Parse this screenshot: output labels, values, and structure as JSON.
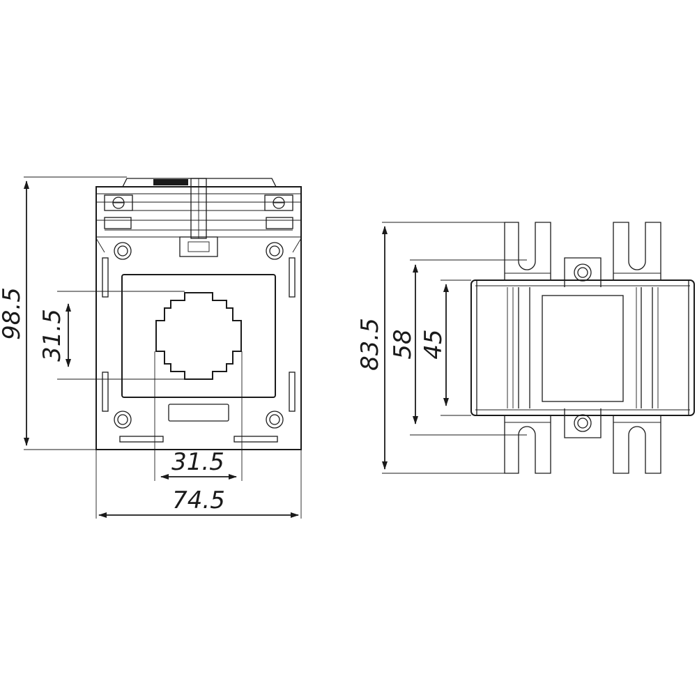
{
  "dimensions": {
    "front_height": "98.5",
    "window_height": "31.5",
    "window_width": "31.5",
    "front_width": "74.5",
    "side_overall_height": "83.5",
    "side_slot_spacing": "58",
    "side_body_height": "45"
  },
  "colors": {
    "line": "#1a1a1a",
    "background": "#ffffff"
  }
}
